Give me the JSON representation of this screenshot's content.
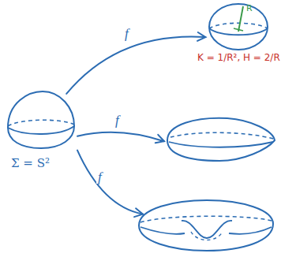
{
  "diagram": {
    "nodes": [
      {
        "text": [
          "Σ = S²"
        ]
      },
      {
        "text": [
          "R",
          "K = 1/R², H = 2/R"
        ]
      },
      {
        "text": []
      },
      {
        "text": []
      }
    ],
    "edges": [
      {
        "from": 0,
        "to": 1,
        "arrow": "to",
        "label": "f"
      },
      {
        "from": 0,
        "to": 2,
        "arrow": "to",
        "label": "f"
      },
      {
        "from": 0,
        "to": 3,
        "arrow": "to",
        "label": "f"
      }
    ]
  }
}
